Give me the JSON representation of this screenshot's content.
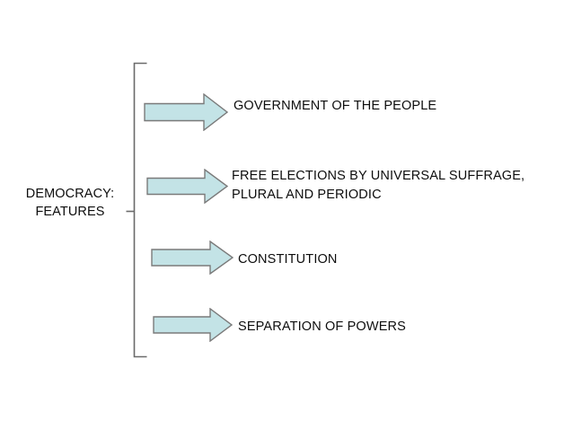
{
  "diagram": {
    "title": "Democracy: Features",
    "background_color": "#ffffff",
    "root": {
      "line1": "DEMOCRACY:",
      "line2": "FEATURES"
    },
    "bracket": {
      "name": "square-bracket",
      "stroke_color": "#6b6b6b"
    },
    "arrow_style": {
      "fill_color": "#c3e3e6",
      "stroke_color": "#7a7a7a"
    },
    "features": [
      {
        "id": "government-of-the-people",
        "label": "GOVERNMENT OF THE PEOPLE",
        "arrow_name": "arrow-icon-1"
      },
      {
        "id": "free-elections",
        "label": "FREE ELECTIONS BY UNIVERSAL SUFFRAGE,\nPLURAL AND PERIODIC",
        "arrow_name": "arrow-icon-2"
      },
      {
        "id": "constitution",
        "label": "CONSTITUTION",
        "arrow_name": "arrow-icon-3"
      },
      {
        "id": "separation-of-powers",
        "label": "SEPARATION OF POWERS",
        "arrow_name": "arrow-icon-4"
      }
    ]
  }
}
